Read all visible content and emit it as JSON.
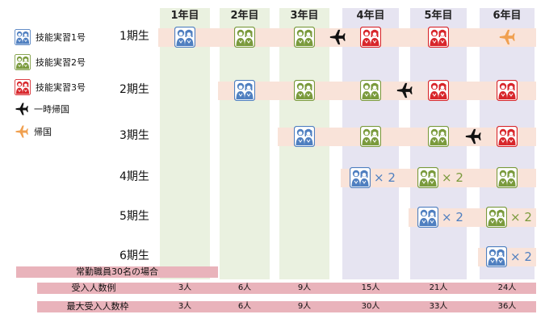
{
  "columns": [
    "1年目",
    "2年目",
    "3年目",
    "4年目",
    "5年目",
    "6年目"
  ],
  "rows": [
    "1期生",
    "2期生",
    "3期生",
    "4期生",
    "5期生",
    "6期生"
  ],
  "legend": [
    {
      "label": "技能実習1号",
      "type": "g1"
    },
    {
      "label": "技能実習2号",
      "type": "g2"
    },
    {
      "label": "技能実習3号",
      "type": "g3"
    },
    {
      "label": "一時帰国",
      "type": "plane-black"
    },
    {
      "label": "帰国",
      "type": "plane-orange"
    }
  ],
  "colors": {
    "g1": "#4f7fc0",
    "g2": "#7a9a3c",
    "g3": "#d8262b",
    "plane_black": "#111111",
    "plane_orange": "#f0a050",
    "col_green": "#eaf1e0",
    "col_lavender": "#e6e4f1",
    "row_band": "#f9e3d9",
    "strip": "#e9b3bb"
  },
  "cells": [
    {
      "row": 0,
      "col": 0,
      "type": "g1"
    },
    {
      "row": 0,
      "col": 1,
      "type": "g2"
    },
    {
      "row": 0,
      "col": 2,
      "type": "g2"
    },
    {
      "row": 0,
      "col": 2.5,
      "type": "plane-black"
    },
    {
      "row": 0,
      "col": 3,
      "type": "g3"
    },
    {
      "row": 0,
      "col": 4,
      "type": "g3"
    },
    {
      "row": 0,
      "col": 5,
      "type": "plane-orange"
    },
    {
      "row": 1,
      "col": 1,
      "type": "g1"
    },
    {
      "row": 1,
      "col": 2,
      "type": "g2"
    },
    {
      "row": 1,
      "col": 3,
      "type": "g2"
    },
    {
      "row": 1,
      "col": 3.5,
      "type": "plane-black"
    },
    {
      "row": 1,
      "col": 4,
      "type": "g3"
    },
    {
      "row": 1,
      "col": 5,
      "type": "g3"
    },
    {
      "row": 2,
      "col": 2,
      "type": "g1"
    },
    {
      "row": 2,
      "col": 3,
      "type": "g2"
    },
    {
      "row": 2,
      "col": 4,
      "type": "g2"
    },
    {
      "row": 2,
      "col": 4.5,
      "type": "plane-black"
    },
    {
      "row": 2,
      "col": 5,
      "type": "g3"
    },
    {
      "row": 3,
      "col": 3,
      "type": "g1",
      "mult": "× 2"
    },
    {
      "row": 3,
      "col": 4,
      "type": "g2",
      "mult": "× 2"
    },
    {
      "row": 3,
      "col": 5,
      "type": "g2"
    },
    {
      "row": 4,
      "col": 4,
      "type": "g1",
      "mult": "× 2"
    },
    {
      "row": 4,
      "col": 5,
      "type": "g2",
      "mult": "× 2"
    },
    {
      "row": 5,
      "col": 5,
      "type": "g1",
      "mult": "× 2"
    }
  ],
  "footer": {
    "title": "常勤職員30名の場合",
    "rows": [
      {
        "label": "受入人数例",
        "values": [
          "3人",
          "6人",
          "9人",
          "15人",
          "21人",
          "24人"
        ]
      },
      {
        "label": "最大受入人数枠",
        "values": [
          "3人",
          "6人",
          "9人",
          "30人",
          "33人",
          "36人"
        ]
      }
    ]
  }
}
